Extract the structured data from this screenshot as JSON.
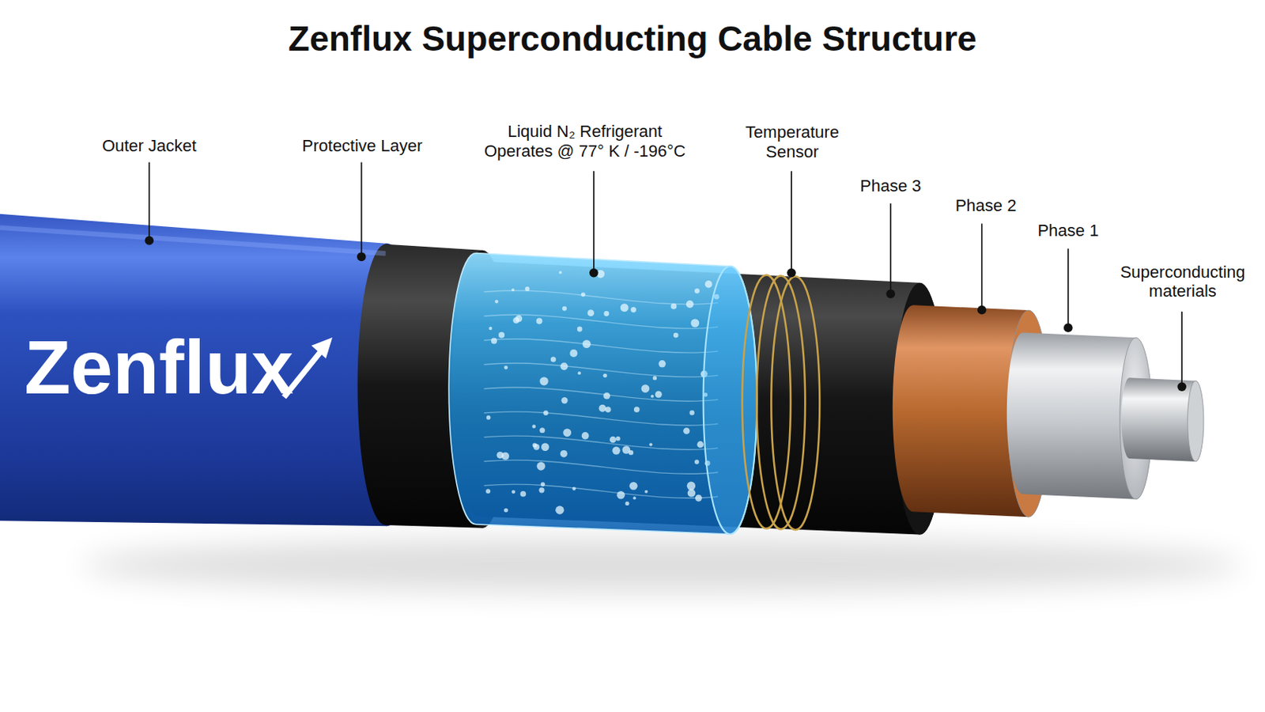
{
  "diagram": {
    "title": "Zenflux Superconducting Cable Structure",
    "labels": [
      "Outer Jacket",
      "Protective Layer",
      "Liquid N₂ Refrigerant Operates @ 77° K / -196°C",
      "Temperature Sensor",
      "Phase 3",
      "Phase 2",
      "Phase 1",
      "Superconducting materials",
      "Zenflux"
    ]
  }
}
